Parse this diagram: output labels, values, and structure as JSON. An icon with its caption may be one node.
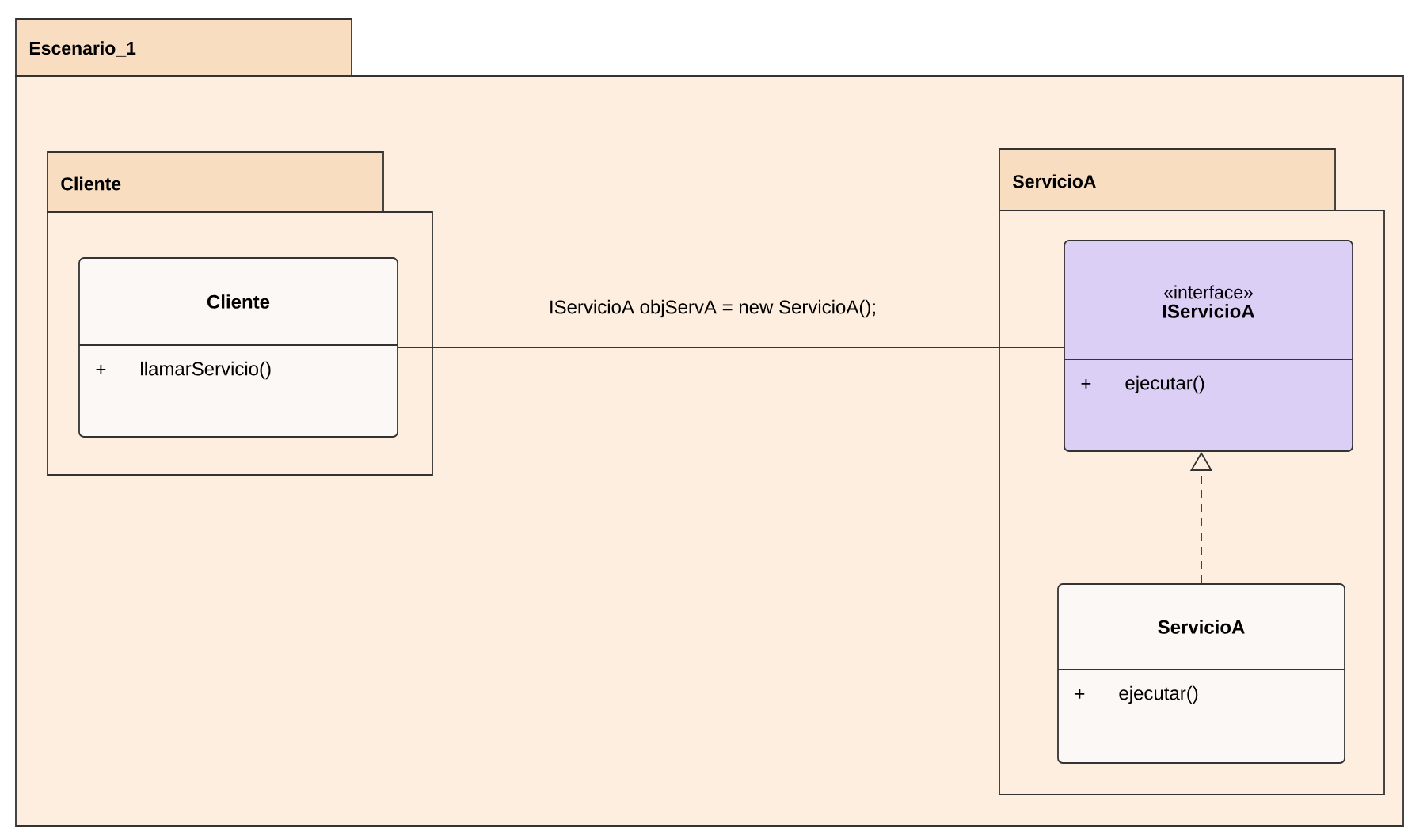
{
  "diagram": {
    "nodes": [
      {
        "text": [
          "Escenario_1"
        ]
      },
      {
        "text": [
          "Cliente"
        ],
        "in": 0
      },
      {
        "text": [
          "Cliente",
          "+",
          "llamarServicio()"
        ],
        "in": 1
      },
      {
        "text": [
          "ServicioA"
        ],
        "in": 0
      },
      {
        "text": [
          "«interface»",
          "IServicioA",
          "+",
          "ejecutar()"
        ],
        "in": 3
      },
      {
        "text": [
          "ServicioA",
          "+",
          "ejecutar()"
        ],
        "in": 3
      }
    ],
    "edges": [
      {
        "from": 2,
        "to": 4,
        "arrow": "none",
        "label": "IServicioA objServA = new ServicioA();"
      },
      {
        "from": 5,
        "to": 4,
        "arrow": "to",
        "style": "dashed"
      }
    ]
  }
}
